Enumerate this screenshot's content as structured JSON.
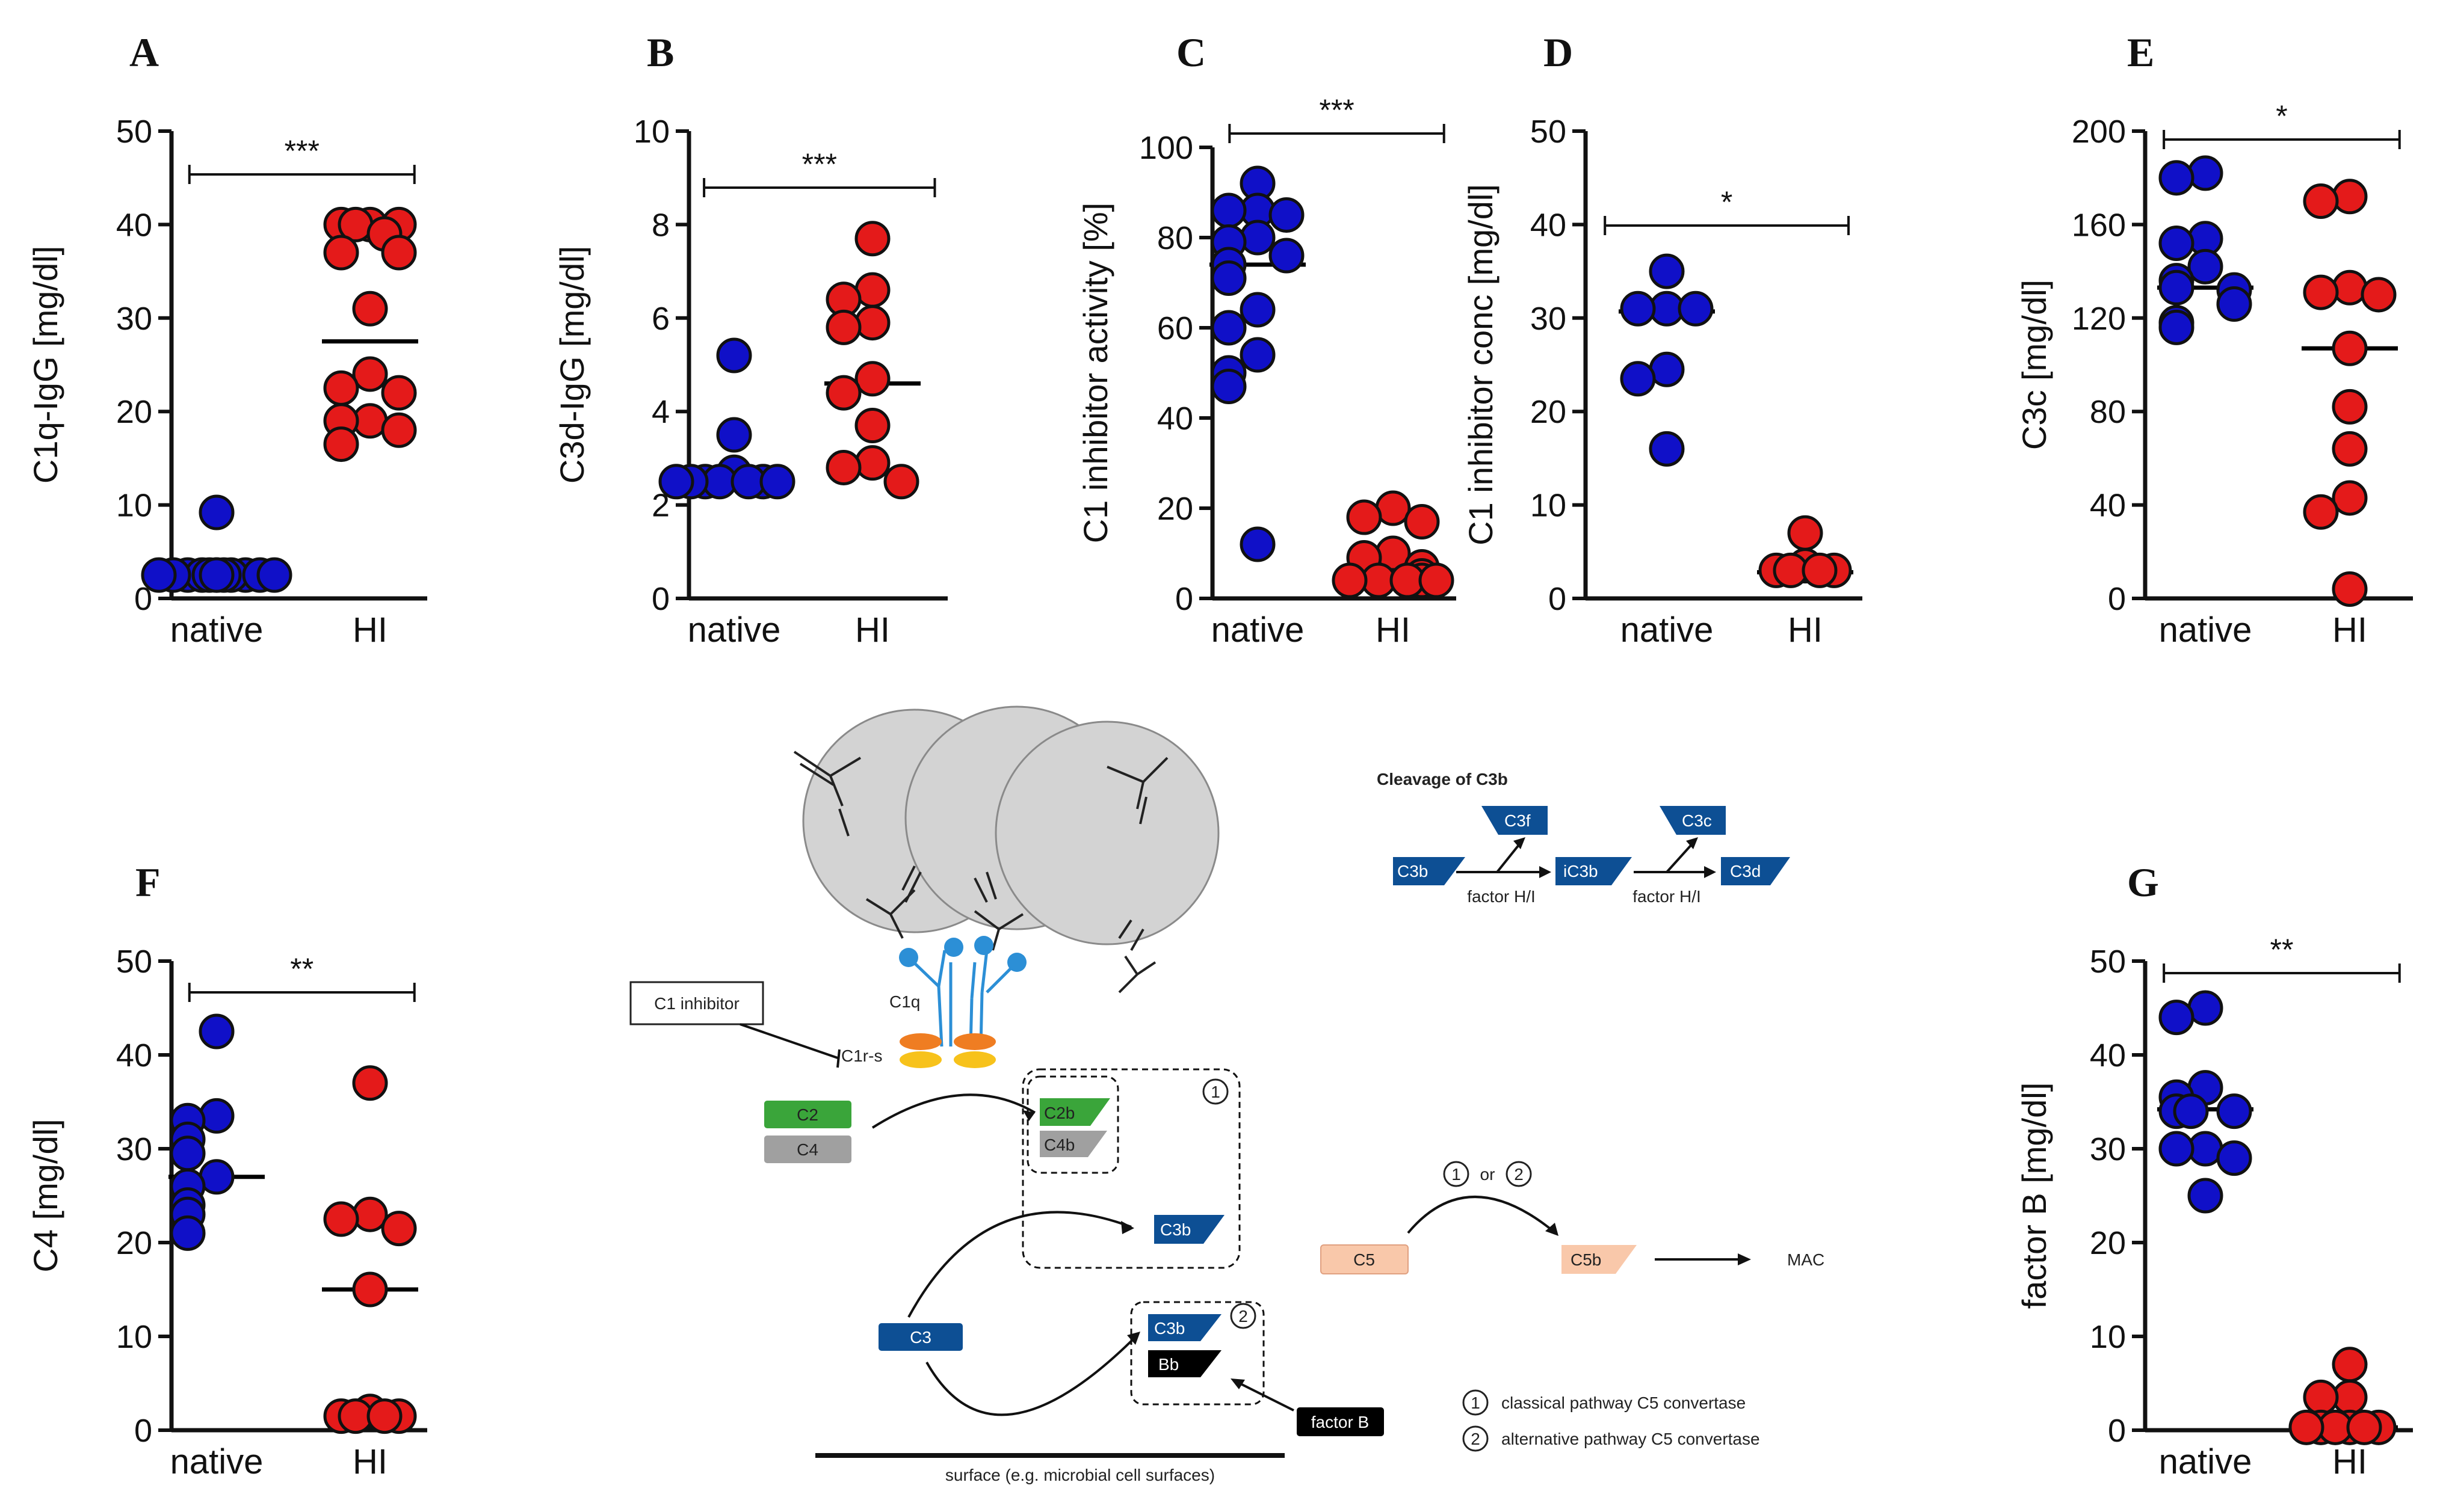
{
  "chart_data": [
    {
      "panel": "A",
      "type": "scatter",
      "ylabel": "C1q-IgG [mg/dl]",
      "categories": [
        "native",
        "HI"
      ],
      "ylim": [
        0,
        50
      ],
      "yticks": [
        0,
        10,
        20,
        30,
        40,
        50
      ],
      "significance": "***",
      "series": [
        {
          "values": [
            9.2,
            2.5,
            2.5,
            2.5,
            2.5,
            2.5,
            2.5,
            2.5,
            2.5,
            2.5,
            2.5,
            2.5,
            2.5
          ],
          "median": 2.5,
          "color": "#1010c8"
        },
        {
          "values": [
            40,
            40,
            40,
            40,
            39,
            37,
            37,
            31,
            24,
            22.5,
            22,
            19,
            19,
            18,
            16.5
          ],
          "median": 27.5,
          "color": "#e41a1a"
        }
      ]
    },
    {
      "panel": "B",
      "type": "scatter",
      "ylabel": "C3d-IgG [mg/dl]",
      "categories": [
        "native",
        "HI"
      ],
      "ylim": [
        0,
        10
      ],
      "yticks": [
        0,
        2,
        4,
        6,
        8,
        10
      ],
      "significance": "***",
      "series": [
        {
          "values": [
            5.2,
            3.5,
            2.7,
            2.5,
            2.5,
            2.5,
            2.5,
            2.5,
            2.5,
            2.5
          ],
          "median": 2.5,
          "color": "#1010c8"
        },
        {
          "values": [
            7.7,
            6.6,
            6.4,
            5.9,
            5.8,
            4.7,
            4.4,
            3.7,
            2.9,
            2.8,
            2.5
          ],
          "median": 4.6,
          "color": "#e41a1a"
        }
      ]
    },
    {
      "panel": "C",
      "type": "scatter",
      "ylabel": "C1 inhibitor activity [%]",
      "categories": [
        "native",
        "HI"
      ],
      "ylim": [
        0,
        100
      ],
      "yticks": [
        0,
        20,
        40,
        60,
        80,
        100
      ],
      "significance": "***",
      "series": [
        {
          "values": [
            92,
            86,
            86,
            85,
            80,
            79,
            76,
            74,
            71,
            64,
            60,
            54,
            50,
            47,
            12
          ],
          "median": 74,
          "color": "#1010c8"
        },
        {
          "values": [
            20,
            18,
            17,
            10,
            9,
            7,
            5,
            4,
            4,
            4,
            4,
            4
          ],
          "median": 5,
          "color": "#e41a1a"
        }
      ]
    },
    {
      "panel": "D",
      "type": "scatter",
      "ylabel": "C1 inhibitor conc [mg/dl]",
      "categories": [
        "native",
        "HI"
      ],
      "ylim": [
        0,
        50
      ],
      "yticks": [
        0,
        10,
        20,
        30,
        40,
        50
      ],
      "significance": "*",
      "series": [
        {
          "values": [
            35,
            31,
            31,
            31,
            24.5,
            23.5,
            16
          ],
          "median": 30.7,
          "color": "#1010c8"
        },
        {
          "values": [
            7,
            3.5,
            3,
            3,
            3,
            3
          ],
          "median": 2.8,
          "color": "#e41a1a"
        }
      ]
    },
    {
      "panel": "E",
      "type": "scatter",
      "ylabel": "C3c [mg/dl]",
      "categories": [
        "native",
        "HI"
      ],
      "ylim": [
        0,
        200
      ],
      "yticks": [
        0,
        40,
        80,
        120,
        160,
        200
      ],
      "significance": "*",
      "series": [
        {
          "values": [
            182,
            180,
            154,
            152,
            142,
            136,
            133,
            132,
            126,
            118,
            116
          ],
          "median": 133,
          "color": "#1010c8"
        },
        {
          "values": [
            172,
            170,
            133,
            131,
            130,
            107,
            82,
            64,
            43,
            37,
            4
          ],
          "median": 107,
          "color": "#e41a1a"
        }
      ]
    },
    {
      "panel": "F",
      "type": "scatter",
      "ylabel": "C4 [mg/dl]",
      "categories": [
        "native",
        "HI"
      ],
      "ylim": [
        0,
        50
      ],
      "yticks": [
        0,
        10,
        20,
        30,
        40,
        50
      ],
      "significance": "**",
      "series": [
        {
          "values": [
            42.5,
            33.5,
            33,
            31,
            29.5,
            27,
            26,
            24,
            23,
            21
          ],
          "median": 27,
          "color": "#1010c8"
        },
        {
          "values": [
            37,
            23,
            22.5,
            21.5,
            15,
            2,
            1.5,
            1.5,
            1.5,
            1.5
          ],
          "median": 15,
          "color": "#e41a1a"
        }
      ]
    },
    {
      "panel": "G",
      "type": "scatter",
      "ylabel": "factor B [mg/dl]",
      "categories": [
        "native",
        "HI"
      ],
      "ylim": [
        0,
        50
      ],
      "yticks": [
        0,
        10,
        20,
        30,
        40,
        50
      ],
      "significance": "**",
      "series": [
        {
          "values": [
            45,
            44,
            36.5,
            35.5,
            34,
            34,
            34,
            30,
            30,
            29,
            25
          ],
          "median": 34.2,
          "color": "#1010c8"
        },
        {
          "values": [
            7,
            3.5,
            3.5,
            0.3,
            0.3,
            0.3,
            0.3,
            0.3,
            0.3
          ],
          "median": 0.3,
          "color": "#e41a1a"
        }
      ]
    }
  ],
  "diagram": {
    "cleavage_title": "Cleavage of C3b",
    "c3b": "C3b",
    "c3f": "C3f",
    "ic3b": "iC3b",
    "c3c": "C3c",
    "c3d": "C3d",
    "factor_hi_1": "factor H/I",
    "factor_hi_2": "factor H/I",
    "c1_inhibitor": "C1 inhibitor",
    "c1q": "C1q",
    "c1rs": "C1r-s",
    "c2": "C2",
    "c4": "C4",
    "c2b": "C2b",
    "c4b": "C4b",
    "c3b_classical": "C3b",
    "c3": "C3",
    "c3b_alt": "C3b",
    "bb": "Bb",
    "factor_b": "factor B",
    "c5": "C5",
    "c5b": "C5b",
    "mac": "MAC",
    "or_text": "or",
    "circle_1": "1",
    "circle_2": "2",
    "surface": "surface (e.g. microbial cell surfaces)",
    "legend_1": "classical pathway C5 convertase",
    "legend_2": "alternative pathway C5 convertase",
    "colors": {
      "blue": "#0d4f94",
      "green": "#3aa53a",
      "gray": "#a0a0a0",
      "peach": "#f9c8aa",
      "black": "#000000",
      "c1q_blue": "#2c8fd6",
      "orange": "#ef7d22",
      "yellow": "#f7c21b",
      "sphere": "#d3d3d3"
    }
  }
}
